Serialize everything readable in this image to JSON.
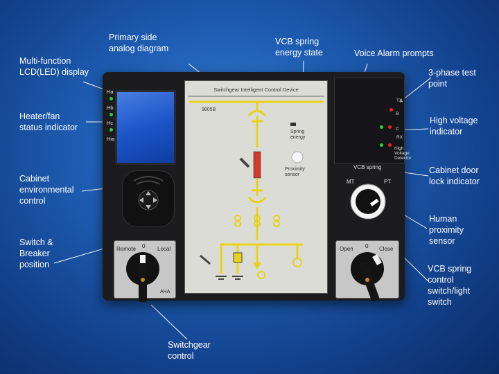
{
  "callouts": {
    "lcd": "Multi-function\nLCD(LED) display",
    "primary": "Primary side\nanalog diagram",
    "vcb_spring": "VCB spring\nenergy state",
    "voice": "Voice Alarm prompts",
    "three_phase": "3-phase test\npoint",
    "heater": "Heater/fan\nstatus indicator",
    "high_voltage": "High voltage\nindicator",
    "cabinet_env": "Cabinet\nenvironmental\ncontrol",
    "cabinet_door": "Cabinet door\nlock indicator",
    "human": "Human\nproximity\nsensor",
    "switch_breaker": "Switch &\nBreaker\nposition",
    "vcb_switch": "VCB spring\ncontrol\nswitch/light\nswitch",
    "switchgear": "Switchgear\ncontrol"
  },
  "device": {
    "panel_title": "Switchgear Intelligent Control Device",
    "model": "9805B",
    "spring_energy": "Spring\nenergy",
    "proximity": "Proximity\nsensor",
    "status_labels": [
      "Ha",
      "Hb",
      "Hc",
      "Hia"
    ],
    "detector_title": "High Voltage Detector",
    "detector_labels": {
      "a": "A",
      "tx": "TX",
      "b": "B",
      "c": "C",
      "rx": "RX"
    },
    "vcb_spring_label": "VCB spring",
    "mt": "MT",
    "pt": "PT",
    "left_knob": {
      "left": "Remote",
      "center": "0",
      "right": "Local",
      "brand": "AHA"
    },
    "right_knob": {
      "left": "Open",
      "center": "0",
      "right": "Close"
    }
  },
  "colors": {
    "background": "#1f5fb5",
    "device_body": "#1c1c1e",
    "panel": "#dcdcd6",
    "busbar": "#e8d21a",
    "lcd": "#1c55c8",
    "breaker_red": "#d23a2a"
  }
}
